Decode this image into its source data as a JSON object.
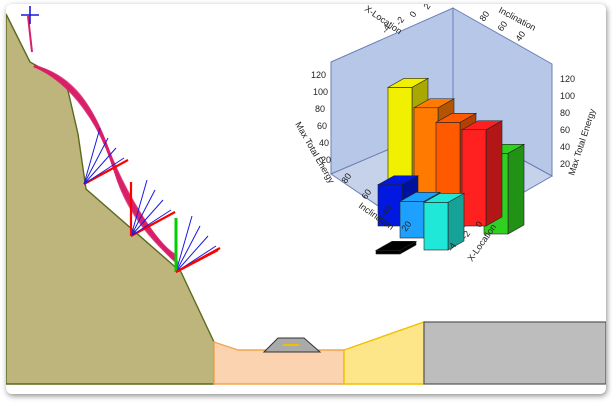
{
  "colors": {
    "slope": "#bdb57b",
    "slope_edge": "#5b6a1e",
    "ditch_fill": "#fbd3b0",
    "ditch_edge": "#f2a64e",
    "shoulder_fill": "#fde58a",
    "shoulder_edge": "#f0c000",
    "road_fill": "#bdbdbd",
    "road_edge": "#555555",
    "barrier": "#aaaaaa",
    "barrier_edge": "#333333",
    "barrier_center": "#f0c000",
    "trajectory": "#d8206a",
    "normal_vector": "#ff0000",
    "velocity_vector": "#1a1adc",
    "tangent_vector": "#00d000",
    "origin_marker": "#1a1adc",
    "chart_walls": "#b7c7e8",
    "chart_floor": "#c6d2ea"
  },
  "icons": {
    "origin": "crosshair-plus-icon"
  },
  "chart_data": {
    "type": "bar3d",
    "labels": {
      "z_left": "Max Total Energy",
      "z_right": "Max Total Energy",
      "top_x": "X-Location",
      "top_incl": "Inclination",
      "bottom_incl": "Inclination",
      "bottom_x": "X-Location"
    },
    "z_ticks_left": [
      "120",
      "100",
      "80",
      "60",
      "40",
      "20"
    ],
    "z_ticks_right": [
      "120",
      "100",
      "80",
      "60",
      "40",
      "20"
    ],
    "top_x_ticks": [
      "-4",
      "-2",
      "0",
      "2"
    ],
    "top_incl_ticks": [
      "80",
      "60",
      "40"
    ],
    "bottom_incl_ticks": [
      "80",
      "60",
      "40",
      "20"
    ],
    "bottom_x_ticks": [
      "-4",
      "-2",
      "0"
    ],
    "zlim": [
      0,
      120
    ],
    "bars": [
      {
        "color": "#f0f000",
        "value": 112
      },
      {
        "color": "#ff7a00",
        "value": 105
      },
      {
        "color": "#ff5a00",
        "value": 100
      },
      {
        "color": "#ff2020",
        "value": 105
      },
      {
        "color": "#30d020",
        "value": 88
      },
      {
        "color": "#0018e0",
        "value": 45
      },
      {
        "color": "#1ea0ff",
        "value": 40
      },
      {
        "color": "#20e8d8",
        "value": 52
      },
      {
        "color": "#000000",
        "value": 4
      }
    ]
  }
}
